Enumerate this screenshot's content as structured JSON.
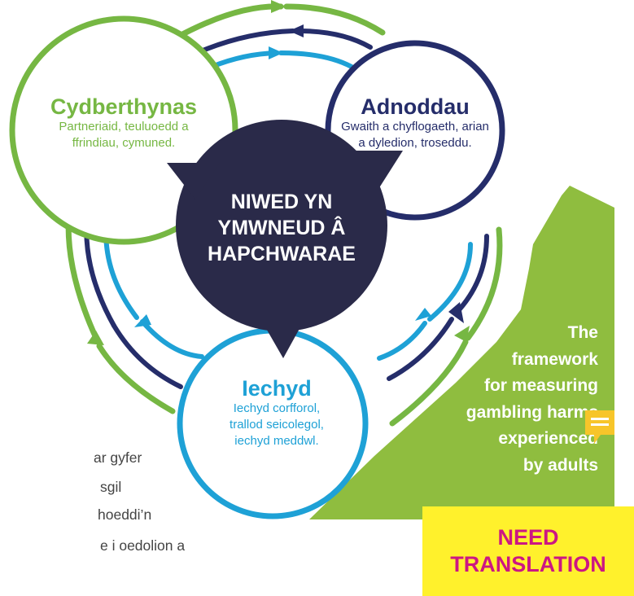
{
  "diagram": {
    "center": {
      "lines": [
        "NIWED YN",
        "YMWNEUD Â",
        "HAPCHWARAE"
      ]
    },
    "relationships": {
      "title": "Cydberthynas",
      "lines": [
        "Partneriaid, teuluoedd a",
        "ffrindiau, cymuned."
      ]
    },
    "resources": {
      "title": "Adnoddau",
      "lines": [
        "Gwaith a chyflogaeth, arian",
        "a dyledion, troseddu."
      ]
    },
    "health": {
      "title": "Iechyd",
      "lines": [
        "Iechyd corfforol,",
        "trallod seicolegol,",
        "iechyd meddwl."
      ]
    }
  },
  "framework_text": [
    "The",
    "framework",
    "for measuring",
    "gambling harms",
    "experienced",
    "by adults"
  ],
  "body_fragments": [
    "ar gyfer",
    "sgil",
    "hoeddi’n",
    "e i oedolion a"
  ],
  "need_translation": [
    "NEED",
    "TRANSLATION"
  ],
  "colors": {
    "green": "#76b743",
    "navy": "#252d6a",
    "blue": "#1ea1d6",
    "dark_center": "#2a2a49",
    "yellow": "#fff12c",
    "magenta": "#cc1783",
    "comment_icon": "#f7c52a"
  },
  "icons": {
    "comment": "comment-icon"
  }
}
